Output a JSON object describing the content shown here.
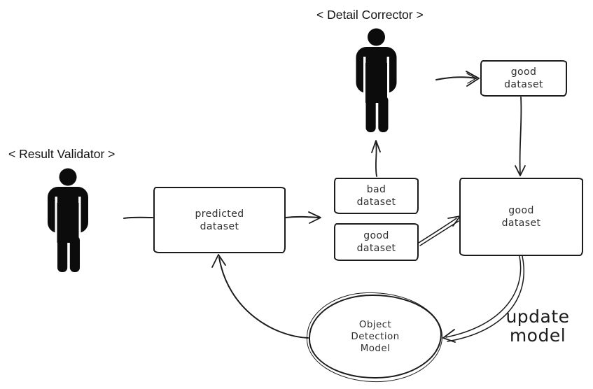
{
  "colors": {
    "background": "#ffffff",
    "ink": "#1c1c1c",
    "text": "#2e2e2e"
  },
  "actors": {
    "detail_corrector": {
      "label": "< Detail Corrector >",
      "icon": "person-icon"
    },
    "result_validator": {
      "label": "< Result Validator >",
      "icon": "person-icon"
    }
  },
  "nodes": {
    "predicted_dataset": {
      "shape": "rectangle",
      "lines": [
        "predicted",
        "dataset"
      ]
    },
    "bad_dataset": {
      "shape": "rectangle",
      "lines": [
        "bad",
        "dataset"
      ]
    },
    "good_dataset_small": {
      "shape": "rectangle",
      "lines": [
        "good",
        "dataset"
      ]
    },
    "good_dataset_top": {
      "shape": "rectangle",
      "lines": [
        "good",
        "dataset"
      ]
    },
    "good_dataset_large": {
      "shape": "rectangle",
      "lines": [
        "good",
        "dataset"
      ]
    },
    "object_detection_model": {
      "shape": "ellipse",
      "lines": [
        "Object",
        "Detection",
        "Model"
      ]
    }
  },
  "edge_labels": {
    "update_model": {
      "lines": [
        "update",
        "model"
      ]
    }
  }
}
